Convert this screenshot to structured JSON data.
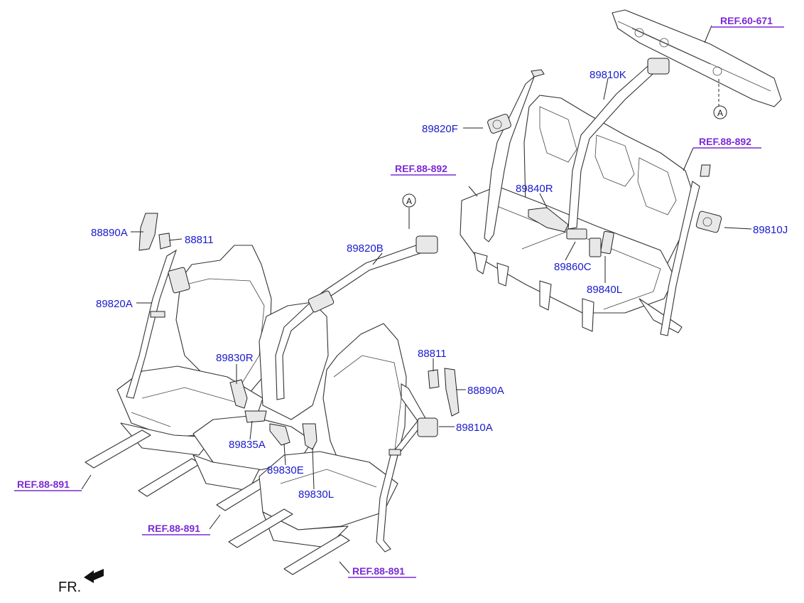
{
  "labels": {
    "p88890A_left": "88890A",
    "p88811_left": "88811",
    "p89820A": "89820A",
    "p89830R": "89830R",
    "p89835A": "89835A",
    "p89830E": "89830E",
    "p89830L": "89830L",
    "p88811_right": "88811",
    "p88890A_right": "88890A",
    "p89810A": "89810A",
    "p89820B": "89820B",
    "p89820F": "89820F",
    "p89810K": "89810K",
    "p89840R": "89840R",
    "p89860C": "89860C",
    "p89840L": "89840L",
    "p89810J": "89810J"
  },
  "refs": {
    "ref_60_671": "REF.60-671",
    "ref_88_892_left": "REF.88-892",
    "ref_88_892_right": "REF.88-892",
    "ref_88_891_a": "REF.88-891",
    "ref_88_891_b": "REF.88-891",
    "ref_88_891_c": "REF.88-891"
  },
  "markers": {
    "circle_a_top": "A",
    "circle_a_middle": "A"
  },
  "direction": {
    "fr": "FR."
  }
}
